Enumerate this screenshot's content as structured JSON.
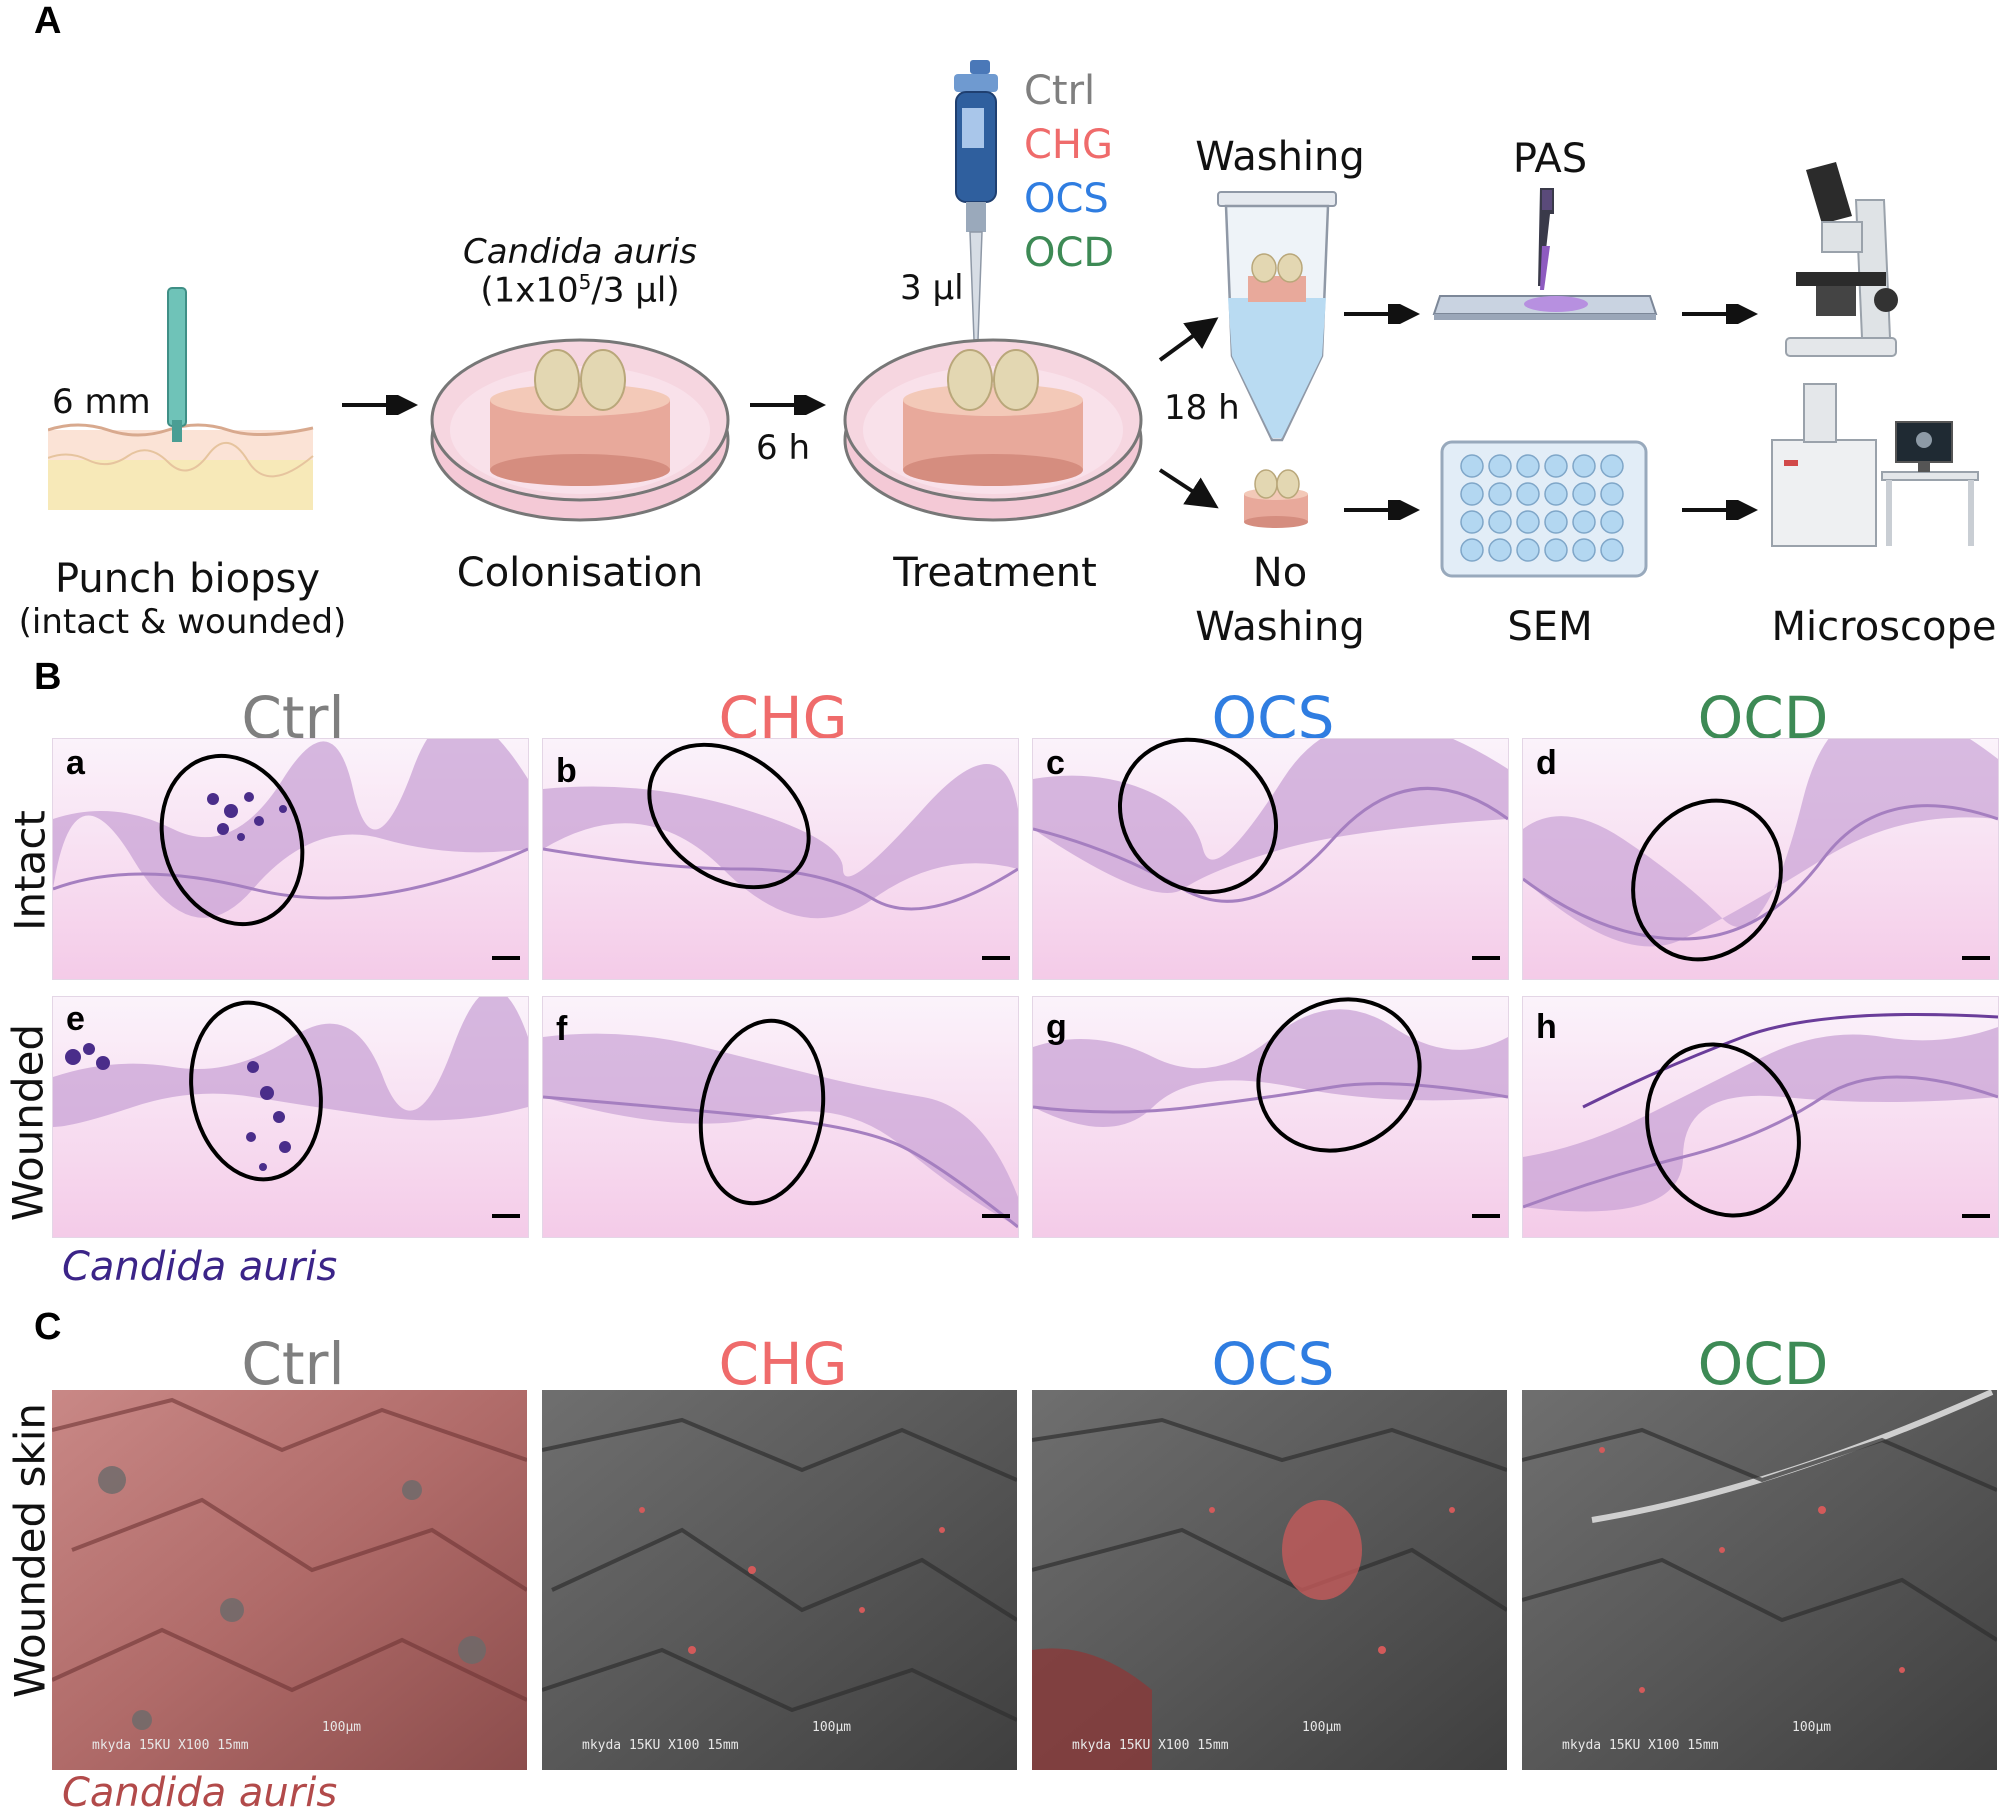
{
  "panels": {
    "a": "A",
    "b": "B",
    "c": "C"
  },
  "workflow": {
    "punch": {
      "size": "6 mm",
      "label": "Punch biopsy",
      "sublabel": "(intact & wounded)"
    },
    "colonisation": {
      "species": "Candida auris",
      "dose_prefix": "(1x10",
      "dose_exp": "5",
      "dose_suffix": "/3 µl)",
      "label": "Colonisation"
    },
    "time1": "6 h",
    "treatment": {
      "volume": "3 µl",
      "label": "Treatment",
      "agents": [
        "Ctrl",
        "CHG",
        "OCS",
        "OCD"
      ]
    },
    "time2": "18 h",
    "washing": "Washing",
    "no_washing_1": "No",
    "no_washing_2": "Washing",
    "pas": "PAS",
    "sem": "SEM",
    "microscope": "Microscope"
  },
  "colors": {
    "ctrl": "#7f7f7f",
    "chg": "#ef6b6b",
    "ocs": "#2f7de1",
    "ocd": "#3d8a55",
    "candida_purple": "#3b2488",
    "candida_red": "#b24a4a"
  },
  "histology": {
    "columns": [
      "Ctrl",
      "CHG",
      "OCS",
      "OCD"
    ],
    "rows": [
      "Intact",
      "Wounded"
    ],
    "tiles": [
      "a",
      "b",
      "c",
      "d",
      "e",
      "f",
      "g",
      "h"
    ],
    "legend": "Candida auris"
  },
  "sem_panel": {
    "columns": [
      "Ctrl",
      "CHG",
      "OCS",
      "OCD"
    ],
    "row": "Wounded skin",
    "legend": "Candida auris",
    "scale_text": "100µm",
    "info_text": "mkyda   15KU        X100  15mm"
  },
  "icons": [
    "biopsy-punch-icon",
    "petri-dish-icon",
    "pipette-icon",
    "tube-icon",
    "slide-icon",
    "well-plate-icon",
    "light-microscope-icon",
    "electron-microscope-icon",
    "arrow-icon"
  ]
}
